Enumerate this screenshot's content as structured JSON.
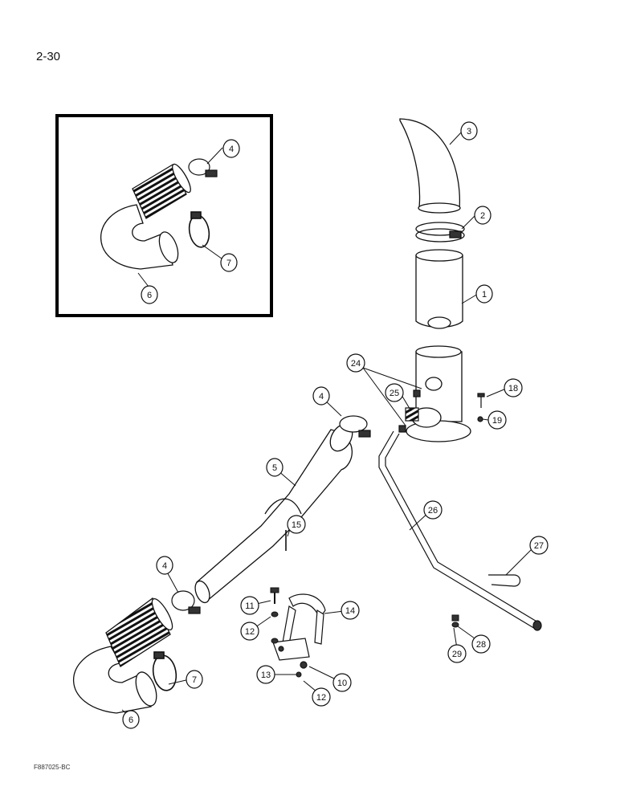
{
  "page": {
    "number": "2-30",
    "figure_code": "F887025-BC"
  },
  "callouts": {
    "c1": "1",
    "c2": "2",
    "c3": "3",
    "c4_inset": "4",
    "c4_mid": "4",
    "c4_low": "4",
    "c5": "5",
    "c6_inset": "6",
    "c6_low": "6",
    "c7_inset": "7",
    "c7_low": "7",
    "c10": "10",
    "c11": "11",
    "c12a": "12",
    "c12b": "12",
    "c13": "13",
    "c14": "14",
    "c15": "15",
    "c18": "18",
    "c19": "19",
    "c24": "24",
    "c25": "25",
    "c26": "26",
    "c27": "27",
    "c28": "28",
    "c29": "29"
  }
}
